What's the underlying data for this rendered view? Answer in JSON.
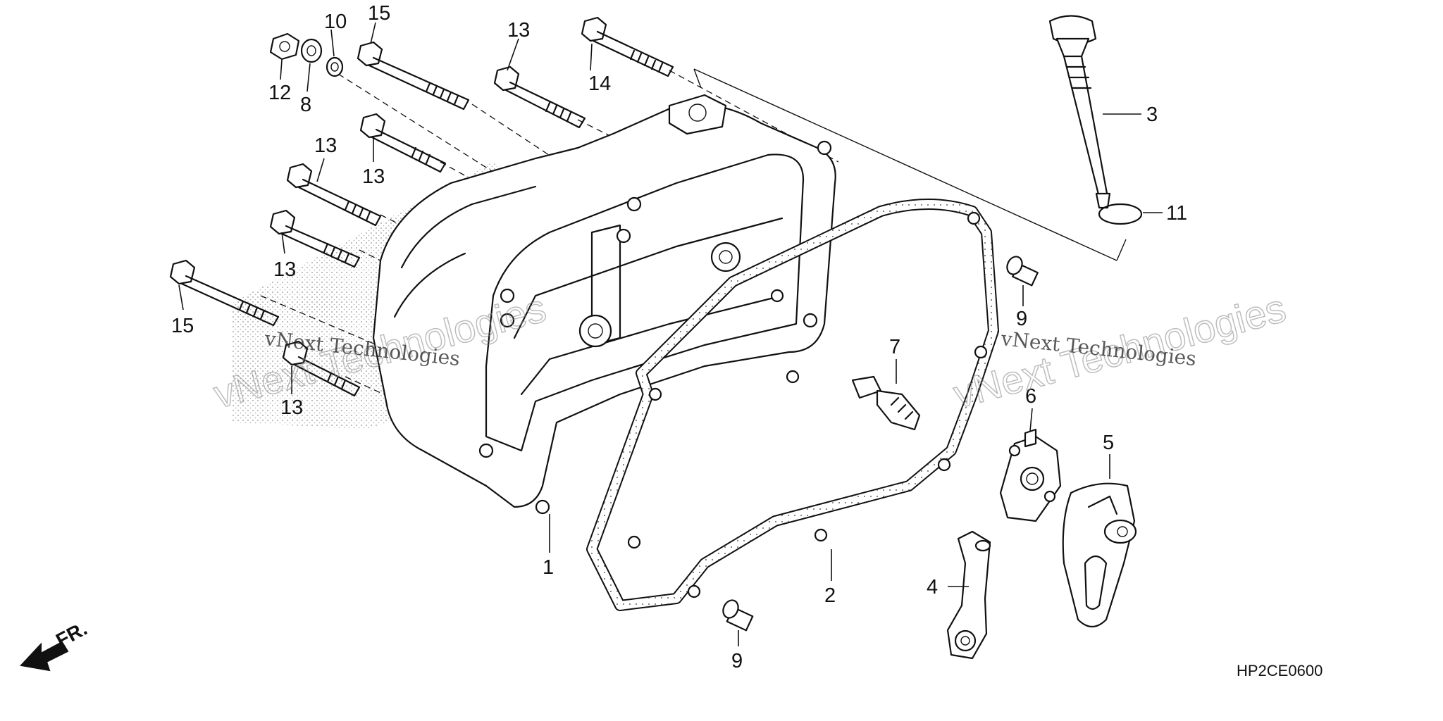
{
  "diagram": {
    "callouts": {
      "c10": "10",
      "c15a": "15",
      "c13a": "13",
      "c14": "14",
      "c12": "12",
      "c8": "8",
      "c13b": "13",
      "c13c": "13",
      "c13d": "13",
      "c15b": "15",
      "c13e": "13",
      "c3": "3",
      "c11": "11",
      "c9a": "9",
      "c7": "7",
      "c6": "6",
      "c5": "5",
      "c1": "1",
      "c2": "2",
      "c4": "4",
      "c9b": "9"
    },
    "front_label": "FR.",
    "diagram_code": "HP2CE0600",
    "watermark": {
      "small": "vNext Technologies",
      "large": "vNext Technologies"
    }
  }
}
